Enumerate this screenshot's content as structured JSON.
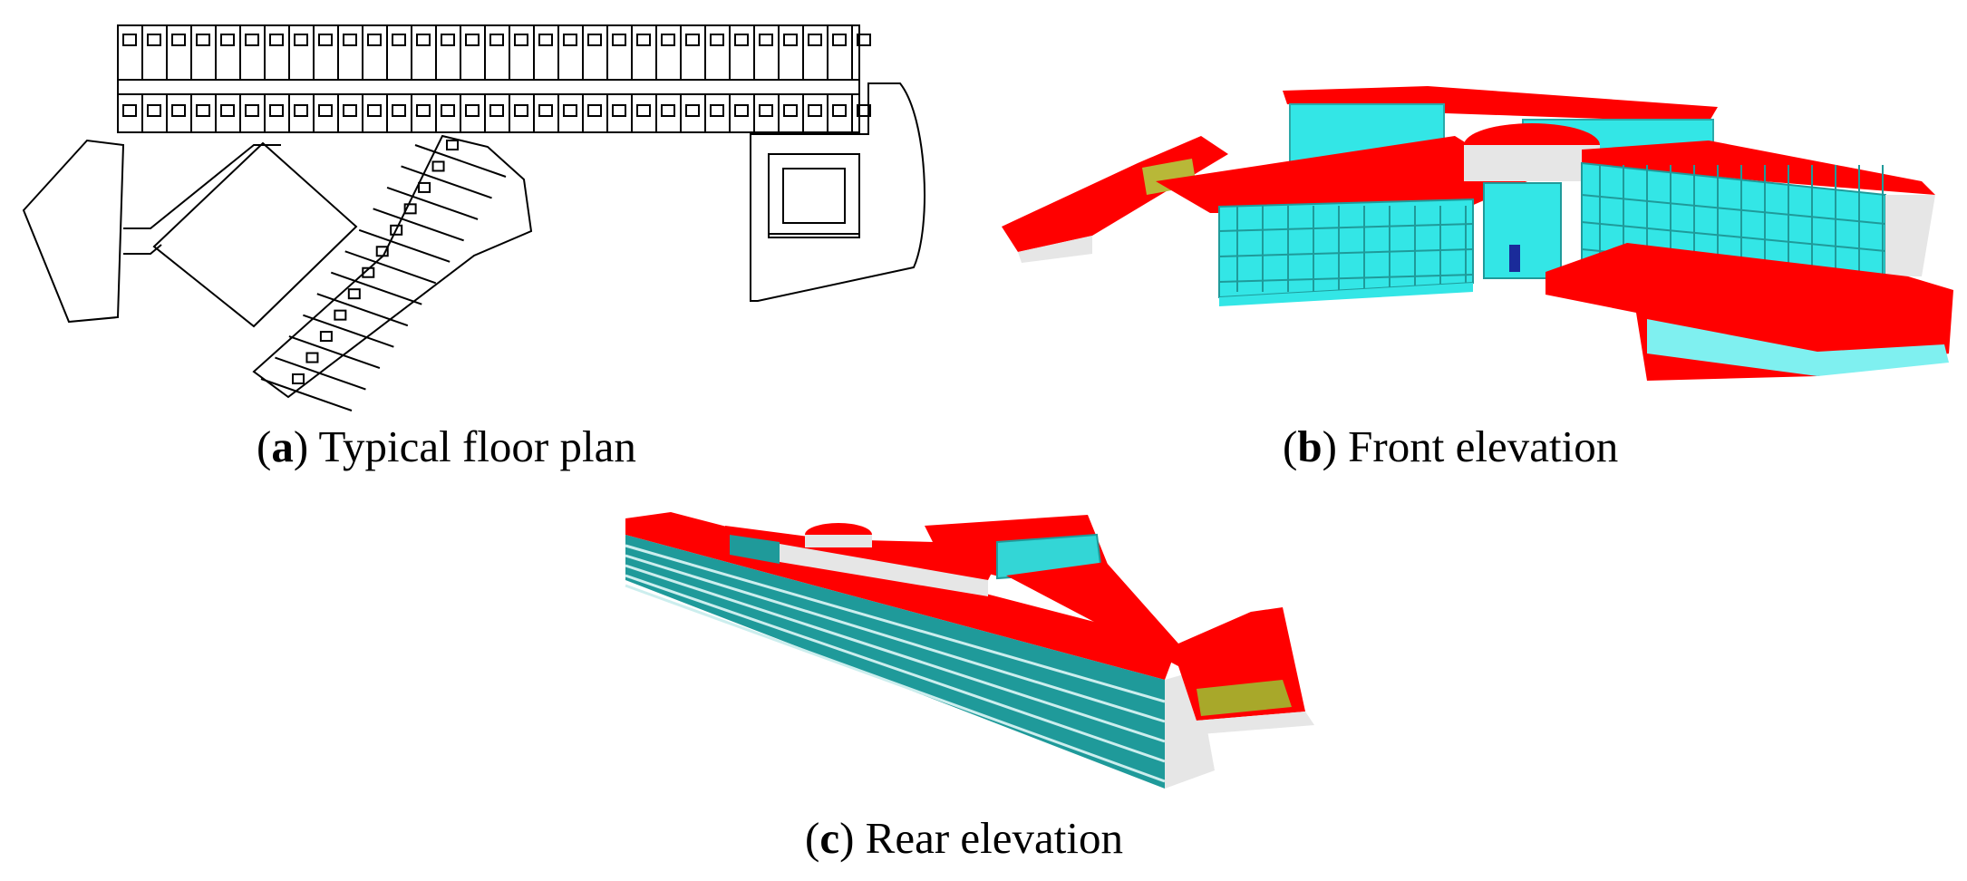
{
  "figure": {
    "panels": [
      {
        "id": "a",
        "letter": "a",
        "caption": "Typical floor plan"
      },
      {
        "id": "b",
        "letter": "b",
        "caption": "Front elevation"
      },
      {
        "id": "c",
        "letter": "c",
        "caption": "Rear elevation"
      }
    ]
  },
  "colors": {
    "roof": "#ff0000",
    "glass_front": "#33e6e6",
    "glass_rear": "#1f9a9a",
    "wall": "#e6e6e6",
    "olive": "#a8a82a",
    "line": "#000000"
  }
}
